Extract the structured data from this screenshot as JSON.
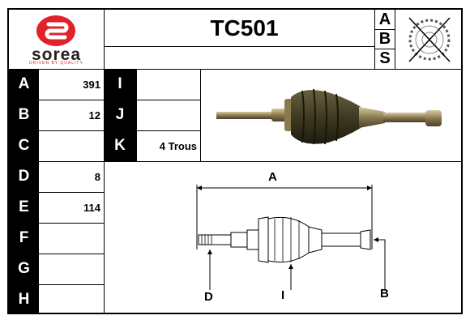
{
  "brand": {
    "name": "sorea",
    "tagline": "DRIVEN BY QUALITY",
    "color": "#e2222a"
  },
  "header": {
    "part_number": "TC501",
    "abs_letters": [
      "A",
      "B",
      "S"
    ]
  },
  "specs_left": [
    {
      "label": "A",
      "value": "391"
    },
    {
      "label": "B",
      "value": "12"
    },
    {
      "label": "C",
      "value": ""
    }
  ],
  "specs_mid": [
    {
      "label": "I",
      "value": ""
    },
    {
      "label": "J",
      "value": ""
    },
    {
      "label": "K",
      "value": "4 Trous"
    }
  ],
  "specs_bottom": [
    {
      "label": "D",
      "value": "8"
    },
    {
      "label": "E",
      "value": "114"
    },
    {
      "label": "F",
      "value": ""
    },
    {
      "label": "G",
      "value": ""
    },
    {
      "label": "H",
      "value": ""
    }
  ],
  "diagram": {
    "label_a": "A",
    "label_b": "B",
    "label_d": "D",
    "label_i": "I"
  },
  "abs_icon": "abs-crossed-ring-icon"
}
